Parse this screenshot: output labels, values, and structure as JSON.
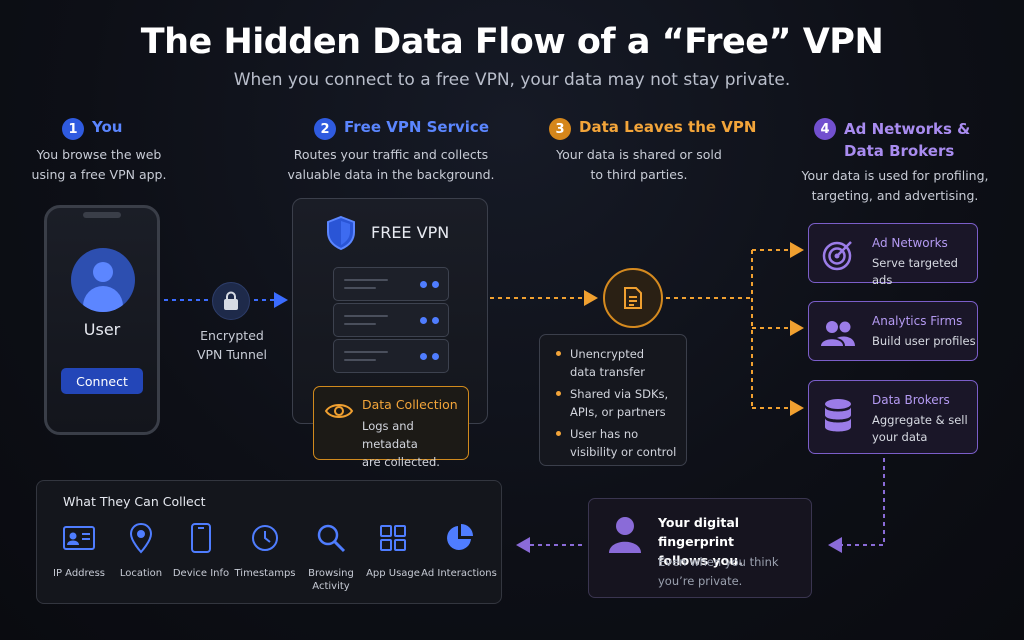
{
  "title": "The Hidden Data Flow of a “Free” VPN",
  "subtitle": "When you connect to a free VPN, your data may not stay private.",
  "colors": {
    "blue": "#3b6cff",
    "orange": "#f0a030",
    "purple": "#8a6bd8"
  },
  "steps": [
    {
      "num": "1",
      "title": "You",
      "desc_line1": "You browse the web",
      "desc_line2": "using a free VPN app."
    },
    {
      "num": "2",
      "title": "Free VPN Service",
      "desc_line1": "Routes your traffic and collects",
      "desc_line2": "valuable data in the background."
    },
    {
      "num": "3",
      "title": "Data Leaves the VPN",
      "desc_line1": "Your data is shared or sold",
      "desc_line2": "to third parties."
    },
    {
      "num": "4",
      "title_line1": "Ad Networks &",
      "title_line2": "Data Brokers",
      "desc_line1": "Your data is used for profiling,",
      "desc_line2": "targeting, and advertising."
    }
  ],
  "phone": {
    "user_label": "User",
    "button_label": "Connect"
  },
  "tunnel": {
    "line1": "Encrypted",
    "line2": "VPN Tunnel"
  },
  "vpn": {
    "label": "FREE VPN"
  },
  "data_collection": {
    "title": "Data Collection",
    "line1": "Logs and metadata",
    "line2": "are collected."
  },
  "transfer_bullets": [
    {
      "line1": "Unencrypted",
      "line2": "data transfer"
    },
    {
      "line1": "Shared via SDKs,",
      "line2": "APIs, or partners"
    },
    {
      "line1": "User has no",
      "line2": "visibility or control"
    }
  ],
  "recipients": [
    {
      "icon": "target-icon",
      "title": "Ad Networks",
      "line1": "Serve targeted ads",
      "line2": ""
    },
    {
      "icon": "users-icon",
      "title": "Analytics Firms",
      "line1": "Build user profiles",
      "line2": ""
    },
    {
      "icon": "database-icon",
      "title": "Data Brokers",
      "line1": "Aggregate & sell",
      "line2": "your data"
    }
  ],
  "fingerprint": {
    "title_line1": "Your digital fingerprint",
    "title_line2": "follows you.",
    "desc_line1": "Even when you think",
    "desc_line2": "you’re private."
  },
  "collect_panel": {
    "title": "What They Can Collect",
    "items": [
      {
        "icon": "id-card-icon",
        "line1": "IP Address",
        "line2": ""
      },
      {
        "icon": "location-pin-icon",
        "line1": "Location",
        "line2": ""
      },
      {
        "icon": "phone-icon",
        "line1": "Device Info",
        "line2": ""
      },
      {
        "icon": "clock-icon",
        "line1": "Timestamps",
        "line2": ""
      },
      {
        "icon": "search-icon",
        "line1": "Browsing",
        "line2": "Activity"
      },
      {
        "icon": "grid-icon",
        "line1": "App Usage",
        "line2": ""
      },
      {
        "icon": "pie-chart-icon",
        "line1": "Ad Interactions",
        "line2": ""
      }
    ]
  }
}
